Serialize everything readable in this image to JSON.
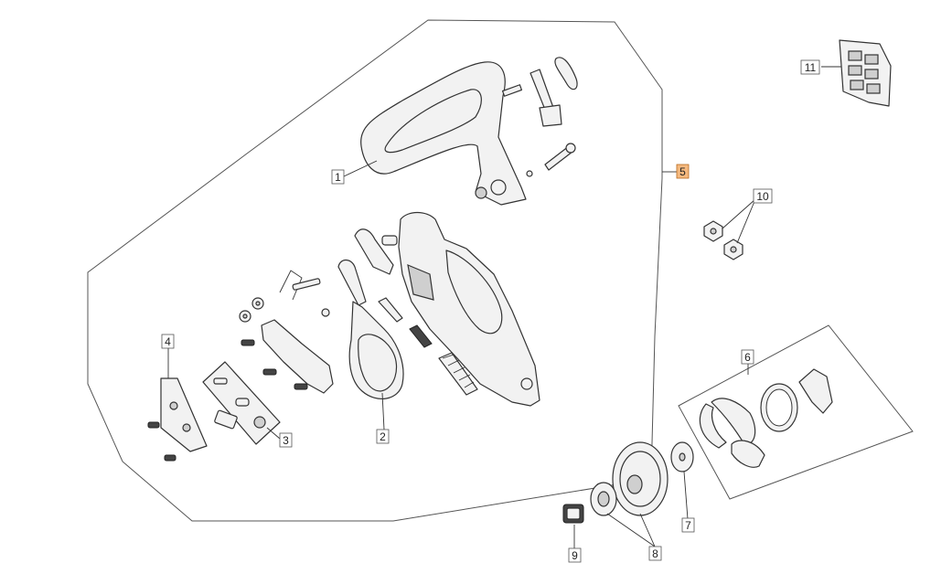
{
  "labels": {
    "l1": "1",
    "l2": "2",
    "l3": "3",
    "l4": "4",
    "l5": "5",
    "l6": "6",
    "l7": "7",
    "l8": "8",
    "l9": "9",
    "l10": "10",
    "l11": "11"
  },
  "colors": {
    "highlight": "#f5b97f",
    "line": "#333333",
    "part_fill": "#f2f2f2"
  }
}
